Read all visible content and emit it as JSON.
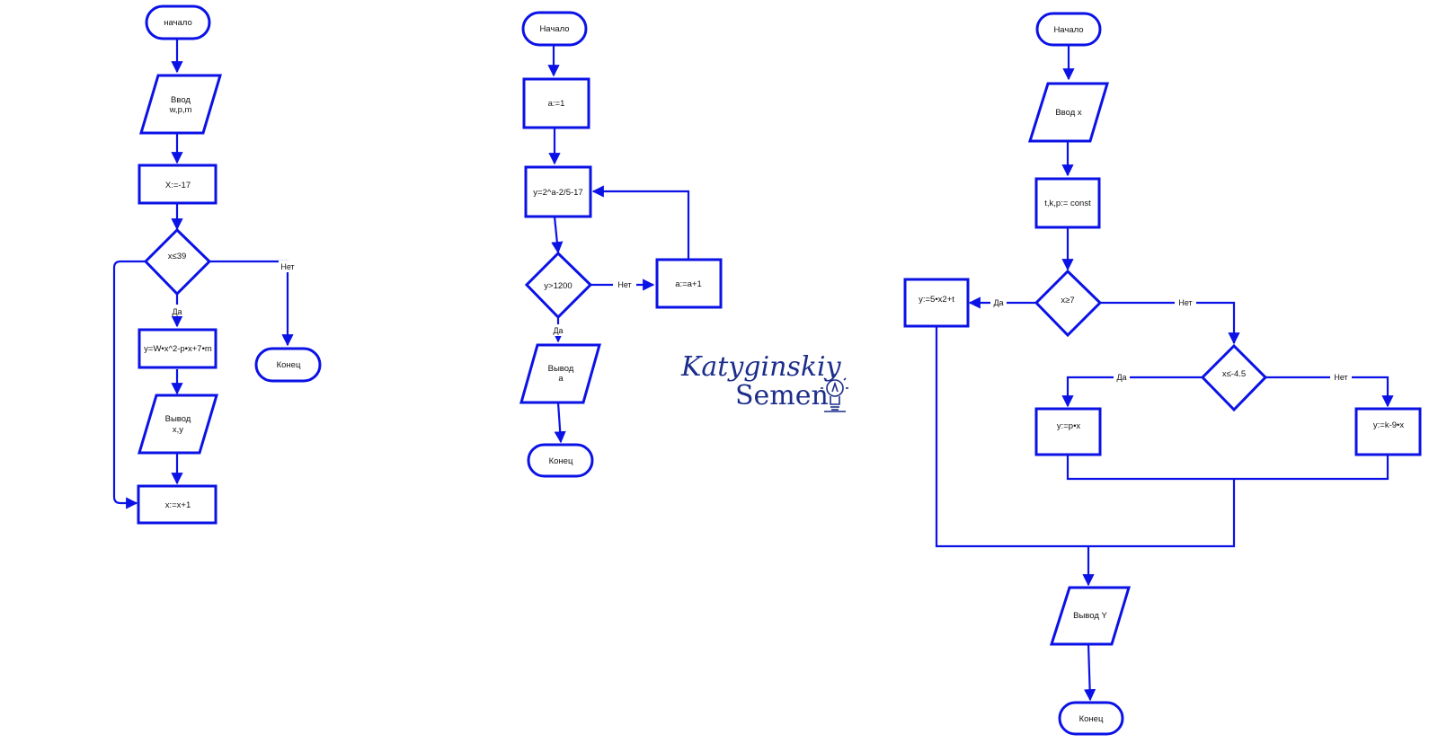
{
  "colors": {
    "stroke": "#0b12e6",
    "fill": "#ffffff",
    "text": "#111111",
    "logo": "#1c2d8a"
  },
  "flowchart1": {
    "start": "начало",
    "input": [
      "Ввод",
      "w,p,m"
    ],
    "init": "X:=-17",
    "condition": "x≤39",
    "yes": "Да",
    "no": "Нет",
    "calc": "y=W•x^2-p•x+7•m",
    "output": [
      "Вывод",
      "x,y"
    ],
    "increment": "x:=x+1",
    "end": "Конец"
  },
  "flowchart2": {
    "start": "Начало",
    "init": "a:=1",
    "calc": "y=2^a-2/5-17",
    "condition": "y>1200",
    "yes": "Да",
    "no": "Нет",
    "increment": "a:=a+1",
    "output": [
      "Вывод",
      "a"
    ],
    "end": "Конец"
  },
  "flowchart3": {
    "start": "Начало",
    "input": "Ввод x",
    "consts": "t,k,p:= const",
    "condition1": "x≥7",
    "calc1": "y:=5•x2+t",
    "condition2": "x≤-4.5",
    "calc2": "y:=p•x",
    "calc3": "y:=k-9•x",
    "yes": "Да",
    "no": "Нет",
    "output": "Вывод Y",
    "end": "Конец"
  },
  "logo": {
    "line1": "Katyginskiy",
    "line2": "Semen",
    "icon": "lightbulb-icon"
  }
}
